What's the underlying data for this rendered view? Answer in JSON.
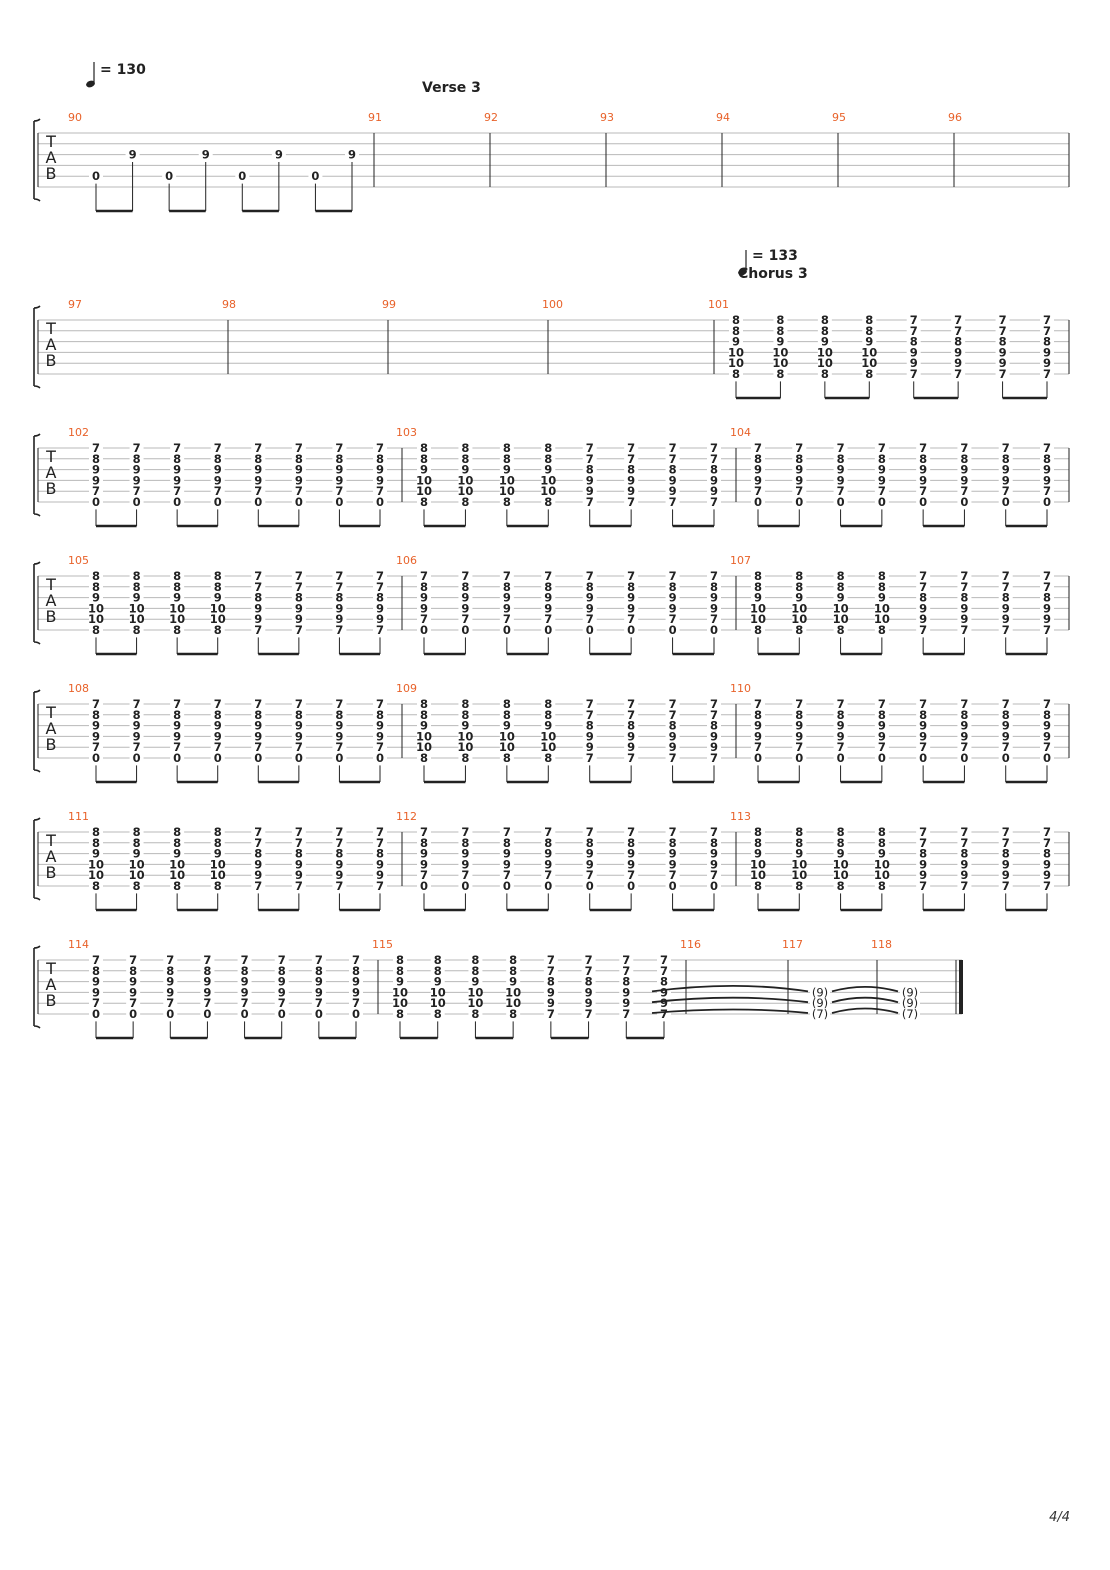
{
  "colors": {
    "bar_number": "#e8622a",
    "staff_line": "#b8b8b8",
    "ink": "#222222"
  },
  "annotations": {
    "tempo1": "= 130",
    "section1": "Verse 3",
    "tempo2": "= 133",
    "section2": "Chorus 3"
  },
  "page_number": "4/4",
  "ghost_notes": [
    "(9)",
    "(9)",
    "(7)"
  ],
  "patterns": {
    "A": [
      "8",
      "8",
      "9",
      "10",
      "10",
      "8"
    ],
    "B": [
      "7",
      "7",
      "8",
      "9",
      "9",
      "7"
    ],
    "C": [
      "7",
      "8",
      "9",
      "9",
      "7",
      "0"
    ]
  },
  "systems": [
    {
      "bars": [
        {
          "n": "90",
          "pairs": [
            [
              [
                null,
                null,
                "9",
                null,
                null,
                null
              ],
              [
                null,
                null,
                null,
                null,
                "0",
                null
              ]
            ],
            [
              [
                null,
                null,
                "9",
                null,
                null,
                null
              ],
              [
                null,
                null,
                null,
                null,
                "0",
                null
              ]
            ],
            [
              [
                null,
                null,
                "9",
                null,
                null,
                null
              ],
              [
                null,
                null,
                null,
                null,
                "0",
                null
              ]
            ],
            [
              [
                null,
                null,
                "9",
                null,
                null,
                null
              ],
              [
                null,
                null,
                null,
                null,
                "0",
                null
              ]
            ]
          ],
          "order": "low-first"
        },
        {
          "n": "91",
          "pairs": []
        },
        {
          "n": "92",
          "pairs": []
        },
        {
          "n": "93",
          "pairs": []
        },
        {
          "n": "94",
          "pairs": []
        },
        {
          "n": "95",
          "pairs": []
        },
        {
          "n": "96",
          "pairs": []
        }
      ]
    },
    {
      "bars": [
        {
          "n": "97",
          "pairs": []
        },
        {
          "n": "98",
          "pairs": []
        },
        {
          "n": "99",
          "pairs": []
        },
        {
          "n": "100",
          "pairs": []
        },
        {
          "n": "101",
          "seq": [
            "A",
            "A",
            "A",
            "A",
            "B",
            "B",
            "B",
            "B"
          ]
        }
      ]
    },
    {
      "bars": [
        {
          "n": "102",
          "seq": [
            "C",
            "C",
            "C",
            "C",
            "C",
            "C",
            "C",
            "C"
          ]
        },
        {
          "n": "103",
          "seq": [
            "A",
            "A",
            "A",
            "A",
            "B",
            "B",
            "B",
            "B"
          ]
        },
        {
          "n": "104",
          "seq": [
            "C",
            "C",
            "C",
            "C",
            "C",
            "C",
            "C",
            "C"
          ]
        }
      ]
    },
    {
      "bars": [
        {
          "n": "105",
          "seq": [
            "A",
            "A",
            "A",
            "A",
            "B",
            "B",
            "B",
            "B"
          ]
        },
        {
          "n": "106",
          "seq": [
            "C",
            "C",
            "C",
            "C",
            "C",
            "C",
            "C",
            "C"
          ]
        },
        {
          "n": "107",
          "seq": [
            "A",
            "A",
            "A",
            "A",
            "B",
            "B",
            "B",
            "B"
          ]
        }
      ]
    },
    {
      "bars": [
        {
          "n": "108",
          "seq": [
            "C",
            "C",
            "C",
            "C",
            "C",
            "C",
            "C",
            "C"
          ]
        },
        {
          "n": "109",
          "seq": [
            "A",
            "A",
            "A",
            "A",
            "B",
            "B",
            "B",
            "B"
          ]
        },
        {
          "n": "110",
          "seq": [
            "C",
            "C",
            "C",
            "C",
            "C",
            "C",
            "C",
            "C"
          ]
        }
      ]
    },
    {
      "bars": [
        {
          "n": "111",
          "seq": [
            "A",
            "A",
            "A",
            "A",
            "B",
            "B",
            "B",
            "B"
          ]
        },
        {
          "n": "112",
          "seq": [
            "C",
            "C",
            "C",
            "C",
            "C",
            "C",
            "C",
            "C"
          ]
        },
        {
          "n": "113",
          "seq": [
            "A",
            "A",
            "A",
            "A",
            "B",
            "B",
            "B",
            "B"
          ]
        }
      ]
    },
    {
      "bars": [
        {
          "n": "114",
          "seq": [
            "C",
            "C",
            "C",
            "C",
            "C",
            "C",
            "C",
            "C"
          ]
        },
        {
          "n": "115",
          "seq": [
            "A",
            "A",
            "A",
            "A",
            "B",
            "B",
            "B",
            "B"
          ]
        },
        {
          "n": "116",
          "seq": []
        },
        {
          "n": "117",
          "seq": []
        },
        {
          "n": "118",
          "seq": []
        }
      ]
    }
  ]
}
